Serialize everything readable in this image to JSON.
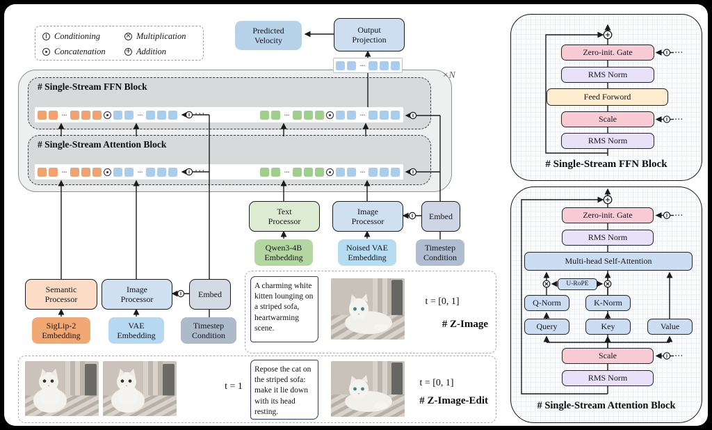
{
  "legend": {
    "conditioning": "Conditioning",
    "concatenation": "Concatenation",
    "multiplication": "Multiplication",
    "addition": "Addition"
  },
  "top": {
    "predicted_velocity": "Predicted\nVelocity",
    "output_projection": "Output\nProjection"
  },
  "main": {
    "repeat": "×N",
    "ffn_title": "# Single-Stream FFN Block",
    "attn_title": "# Single-Stream Attention Block",
    "dots": "···"
  },
  "token_rows": {
    "group1": [
      "orange",
      "orange",
      "dots",
      "orange",
      "orange",
      "orange",
      "concat",
      "blue",
      "blue",
      "dots",
      "blue",
      "blue",
      "blue"
    ],
    "group2": [
      "green",
      "green",
      "dots",
      "green",
      "green",
      "green",
      "concat",
      "blue",
      "blue",
      "dots",
      "blue",
      "blue",
      "blue"
    ],
    "output_strip": [
      "blue",
      "blue",
      "dots",
      "blue",
      "blue",
      "blue"
    ]
  },
  "mid": {
    "text_processor": "Text\nProcessor",
    "image_processor": "Image\nProcessor",
    "embed": "Embed",
    "qwen": "Qwen3-4B\nEmbedding",
    "noised_vae": "Noised VAE\nEmbedding",
    "timestep": "Timestep\nCondition"
  },
  "left": {
    "semantic_processor": "Semantic\nProcessor",
    "image_processor": "Image\nProcessor",
    "embed": "Embed",
    "siglip": "SigLip-2\nEmbedding",
    "vae": "VAE\nEmbedding",
    "timestep": "Timestep\nCondition"
  },
  "z_image": {
    "prompt": "A charming white kitten lounging on a striped sofa, heartwarming scene.",
    "t": "t = [0, 1]",
    "title": "# Z-Image"
  },
  "z_image_edit": {
    "t_in": "t = 1",
    "prompt": "Repose the cat on the striped sofa: make it lie down with its head resting.",
    "t": "t = [0, 1]",
    "title": "# Z-Image-Edit"
  },
  "ffn_panel": {
    "title": "# Single-Stream FFN Block",
    "zero_gate": "Zero-init. Gate",
    "rms1": "RMS Norm",
    "feed_forward": "Feed Forword",
    "scale": "Scale",
    "rms2": "RMS Norm",
    "dots": "···"
  },
  "attn_panel": {
    "title": "# Single-Stream Attention Block",
    "zero_gate": "Zero-init. Gate",
    "rms_top": "RMS Norm",
    "mhsa": "Multi-head Self-Attention",
    "urope": "U-RoPE",
    "q_norm": "Q-Norm",
    "k_norm": "K-Norm",
    "query": "Query",
    "key": "Key",
    "value": "Value",
    "scale": "Scale",
    "rms_bottom": "RMS Norm",
    "dots": "···"
  },
  "colors": {
    "orange": "#f1a26e",
    "blue": "#a9cdea",
    "green": "#9fd089,",
    "pink": "#f9cbd4",
    "purple": "#e8e1f8",
    "cream": "#fdeccd",
    "lightblue": "#cbddf2"
  }
}
